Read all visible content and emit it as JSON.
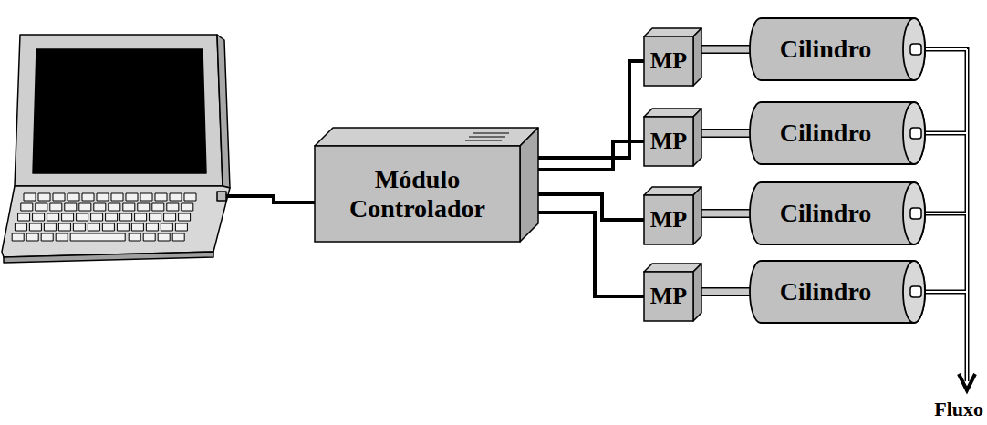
{
  "diagram": {
    "nodes": [
      {
        "text": [
          "Módulo Controlador"
        ]
      },
      {
        "text": [
          "MP"
        ]
      },
      {
        "text": [
          "Cilindro"
        ]
      },
      {
        "text": [
          "MP"
        ]
      },
      {
        "text": [
          "Cilindro"
        ]
      },
      {
        "text": [
          "MP"
        ]
      },
      {
        "text": [
          "Cilindro"
        ]
      },
      {
        "text": [
          "MP"
        ]
      },
      {
        "text": [
          "Cilindro"
        ]
      }
    ],
    "edges": [
      {
        "from": 0,
        "to": 1,
        "arrow": "none"
      },
      {
        "from": 0,
        "to": 3,
        "arrow": "none"
      },
      {
        "from": 0,
        "to": 5,
        "arrow": "none"
      },
      {
        "from": 0,
        "to": 7,
        "arrow": "none"
      },
      {
        "from": 1,
        "to": 2,
        "arrow": "none"
      },
      {
        "from": 3,
        "to": 4,
        "arrow": "none"
      },
      {
        "from": 5,
        "to": 6,
        "arrow": "none"
      },
      {
        "from": 7,
        "to": 8,
        "arrow": "none"
      }
    ],
    "labels": [
      "Fluxo"
    ]
  }
}
